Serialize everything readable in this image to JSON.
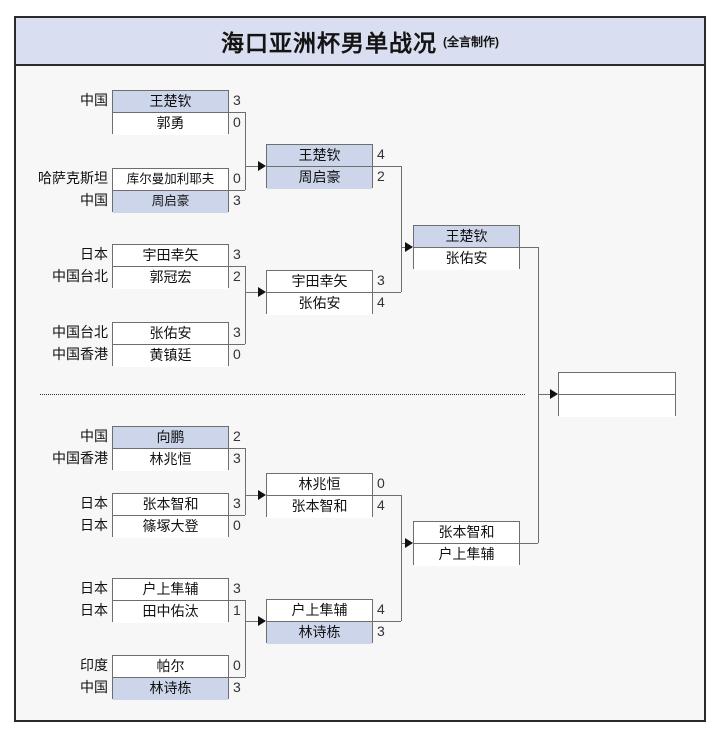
{
  "header": {
    "title_main": "海口亚洲杯男单战况",
    "title_sub": "(全言制作)"
  },
  "bracket": {
    "round1": [
      {
        "country_top": "中国",
        "top": "王楚钦",
        "top_score": "3",
        "top_win": true,
        "country_bottom": "",
        "bottom": "郭勇",
        "bottom_score": "0",
        "bottom_win": false
      },
      {
        "country_top": "哈萨克斯坦",
        "top": "库尔曼加利耶夫",
        "top_score": "0",
        "top_win": false,
        "country_bottom": "中国",
        "bottom": "周启豪",
        "bottom_score": "3",
        "bottom_win": true
      },
      {
        "country_top": "日本",
        "top": "宇田幸矢",
        "top_score": "3",
        "top_win": false,
        "country_bottom": "中国台北",
        "bottom": "郭冠宏",
        "bottom_score": "2",
        "bottom_win": false
      },
      {
        "country_top": "中国台北",
        "top": "张佑安",
        "top_score": "3",
        "top_win": false,
        "country_bottom": "中国香港",
        "bottom": "黄镇廷",
        "bottom_score": "0",
        "bottom_win": false
      },
      {
        "country_top": "中国",
        "top": "向鹏",
        "top_score": "2",
        "top_win": true,
        "country_bottom": "中国香港",
        "bottom": "林兆恒",
        "bottom_score": "3",
        "bottom_win": false
      },
      {
        "country_top": "日本",
        "top": "张本智和",
        "top_score": "3",
        "top_win": false,
        "country_bottom": "日本",
        "bottom": "篠塚大登",
        "bottom_score": "0",
        "bottom_win": false
      },
      {
        "country_top": "日本",
        "top": "户上隼辅",
        "top_score": "3",
        "top_win": false,
        "country_bottom": "日本",
        "bottom": "田中佑汰",
        "bottom_score": "1",
        "bottom_win": false
      },
      {
        "country_top": "印度",
        "top": "帕尔",
        "top_score": "0",
        "top_win": false,
        "country_bottom": "中国",
        "bottom": "林诗栋",
        "bottom_score": "3",
        "bottom_win": true
      }
    ],
    "round2": [
      {
        "top": "王楚钦",
        "top_score": "4",
        "top_win": true,
        "bottom": "周启豪",
        "bottom_score": "2",
        "bottom_win": true
      },
      {
        "top": "宇田幸矢",
        "top_score": "3",
        "top_win": false,
        "bottom": "张佑安",
        "bottom_score": "4",
        "bottom_win": false
      },
      {
        "top": "林兆恒",
        "top_score": "0",
        "top_win": false,
        "bottom": "张本智和",
        "bottom_score": "4",
        "bottom_win": false
      },
      {
        "top": "户上隼辅",
        "top_score": "4",
        "top_win": false,
        "bottom": "林诗栋",
        "bottom_score": "3",
        "bottom_win": true
      }
    ],
    "semifinals": [
      {
        "top": "王楚钦",
        "top_score": "",
        "top_win": true,
        "bottom": "张佑安",
        "bottom_score": "",
        "bottom_win": false
      },
      {
        "top": "张本智和",
        "top_score": "",
        "top_win": false,
        "bottom": "户上隼辅",
        "bottom_score": "",
        "bottom_win": false
      }
    ],
    "final": {
      "top": "",
      "top_score": "",
      "top_win": false,
      "bottom": "",
      "bottom_score": "",
      "bottom_win": false
    }
  },
  "colors": {
    "highlight": "#ccd5ea",
    "title_bg": "#d9dff0",
    "frame": "#2b2b2b",
    "box_border": "#6e6e6e"
  }
}
